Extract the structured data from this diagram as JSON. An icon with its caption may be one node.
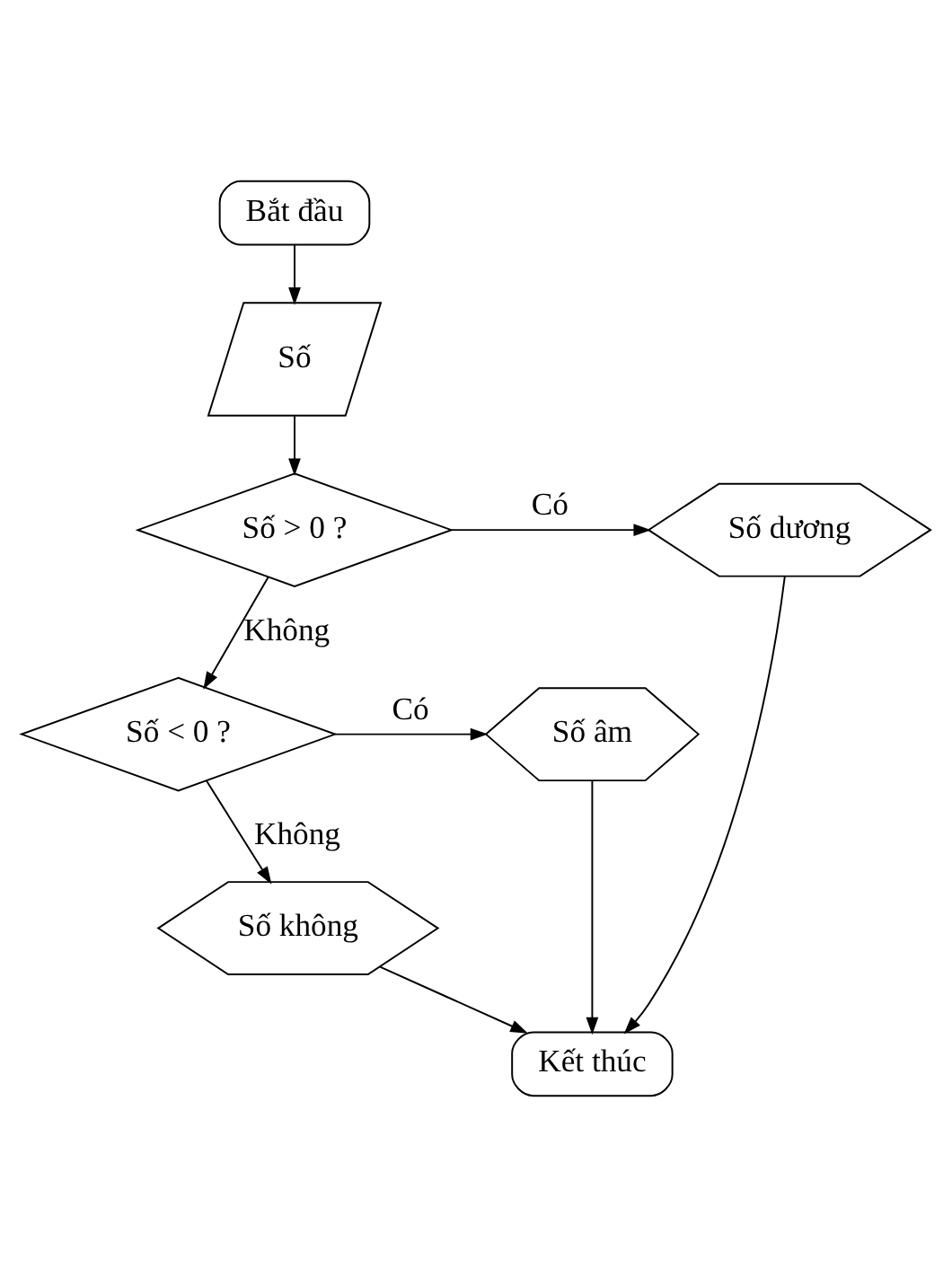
{
  "diagram": {
    "nodes": [
      {
        "text": [
          "Bắt đầu"
        ]
      },
      {
        "text": [
          "Số"
        ]
      },
      {
        "text": [
          "Số > 0 ?"
        ]
      },
      {
        "text": [
          "Số dương"
        ]
      },
      {
        "text": [
          "Số < 0 ?"
        ]
      },
      {
        "text": [
          "Số âm"
        ]
      },
      {
        "text": [
          "Số không"
        ]
      },
      {
        "text": [
          "Kết thúc"
        ]
      }
    ],
    "edges": [
      {
        "from": 0,
        "to": 1,
        "arrow": "to"
      },
      {
        "from": 1,
        "to": 2,
        "arrow": "to"
      },
      {
        "from": 2,
        "to": 3,
        "arrow": "to",
        "label": "Có"
      },
      {
        "from": 2,
        "to": 4,
        "arrow": "to",
        "label": "Không"
      },
      {
        "from": 4,
        "to": 5,
        "arrow": "to",
        "label": "Có"
      },
      {
        "from": 4,
        "to": 6,
        "arrow": "to",
        "label": "Không"
      },
      {
        "from": 3,
        "to": 7,
        "arrow": "to"
      },
      {
        "from": 5,
        "to": 7,
        "arrow": "to"
      },
      {
        "from": 6,
        "to": 7,
        "arrow": "to"
      }
    ]
  }
}
